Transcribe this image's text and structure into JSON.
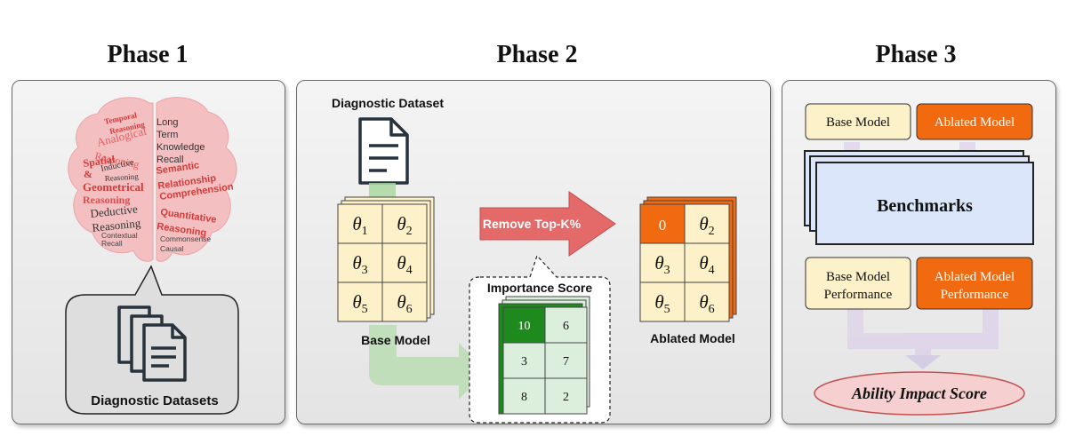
{
  "phases": [
    {
      "title": "Phase 1"
    },
    {
      "title": "Phase 2"
    },
    {
      "title": "Phase 3"
    }
  ],
  "phase1": {
    "brain_left_words": [
      "Temporal",
      "Reasoning",
      "Analogical",
      "Reasoning",
      "Spatial",
      "&",
      "Inductive",
      "Reasoning",
      "Geometrical",
      "Reasoning",
      "Deductive",
      "Reasoning",
      "Contextual",
      "Recall"
    ],
    "brain_right_words": [
      "Long",
      "Term",
      "Knowledge",
      "Recall",
      "Semantic",
      "Relationship",
      "Comprehension",
      "Quantitative",
      "Reasoning",
      "Commonsense",
      "Causal"
    ],
    "datasets_label": "Diagnostic Datasets"
  },
  "phase2": {
    "dataset_label": "Diagnostic Dataset",
    "base_model_label": "Base Model",
    "base_params": [
      "θ1",
      "θ2",
      "θ3",
      "θ4",
      "θ5",
      "θ6"
    ],
    "remove_label": "Remove Top-K%",
    "importance_label": "Importance Score",
    "importance_scores": [
      "10",
      "6",
      "3",
      "7",
      "8",
      "2"
    ],
    "ablated_model_label": "Ablated Model",
    "ablated_params": [
      "0",
      "θ2",
      "θ3",
      "θ4",
      "θ5",
      "θ6"
    ]
  },
  "phase3": {
    "base_model": "Base Model",
    "ablated_model": "Ablated Model",
    "benchmarks": "Benchmarks",
    "base_perf_line1": "Base Model",
    "base_perf_line2": "Performance",
    "ablated_perf_line1": "Ablated Model",
    "ablated_perf_line2": "Performance",
    "impact_score": "Ability Impact Score"
  },
  "colors": {
    "cell_fill": "#fdf1c9",
    "orange": "#f26a10",
    "green_dark": "#1e8a1e",
    "green_light": "#dcefdc",
    "remove_arrow": "#e46a6a",
    "benchmark_fill": "#dbe6fb",
    "ellipse_fill": "#f6cfd0",
    "brain_fill": "#f4bfc0"
  }
}
